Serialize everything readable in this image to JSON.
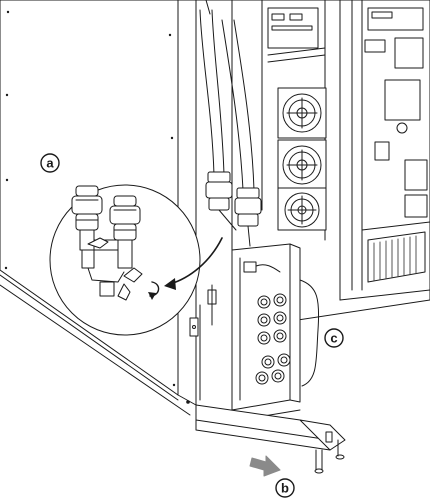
{
  "callouts": {
    "a": "a",
    "b": "b",
    "c": "c"
  },
  "colors": {
    "line": "#1a1a1a",
    "background": "#ffffff",
    "arrow_fill": "#8a8a8a",
    "grille": "#555555"
  },
  "icons": {
    "flow_arrow": "gray-arrow-icon",
    "rotate_arrow": "rotate-arrow-icon",
    "pointer_arrow": "curved-pointer-arrow-icon"
  }
}
